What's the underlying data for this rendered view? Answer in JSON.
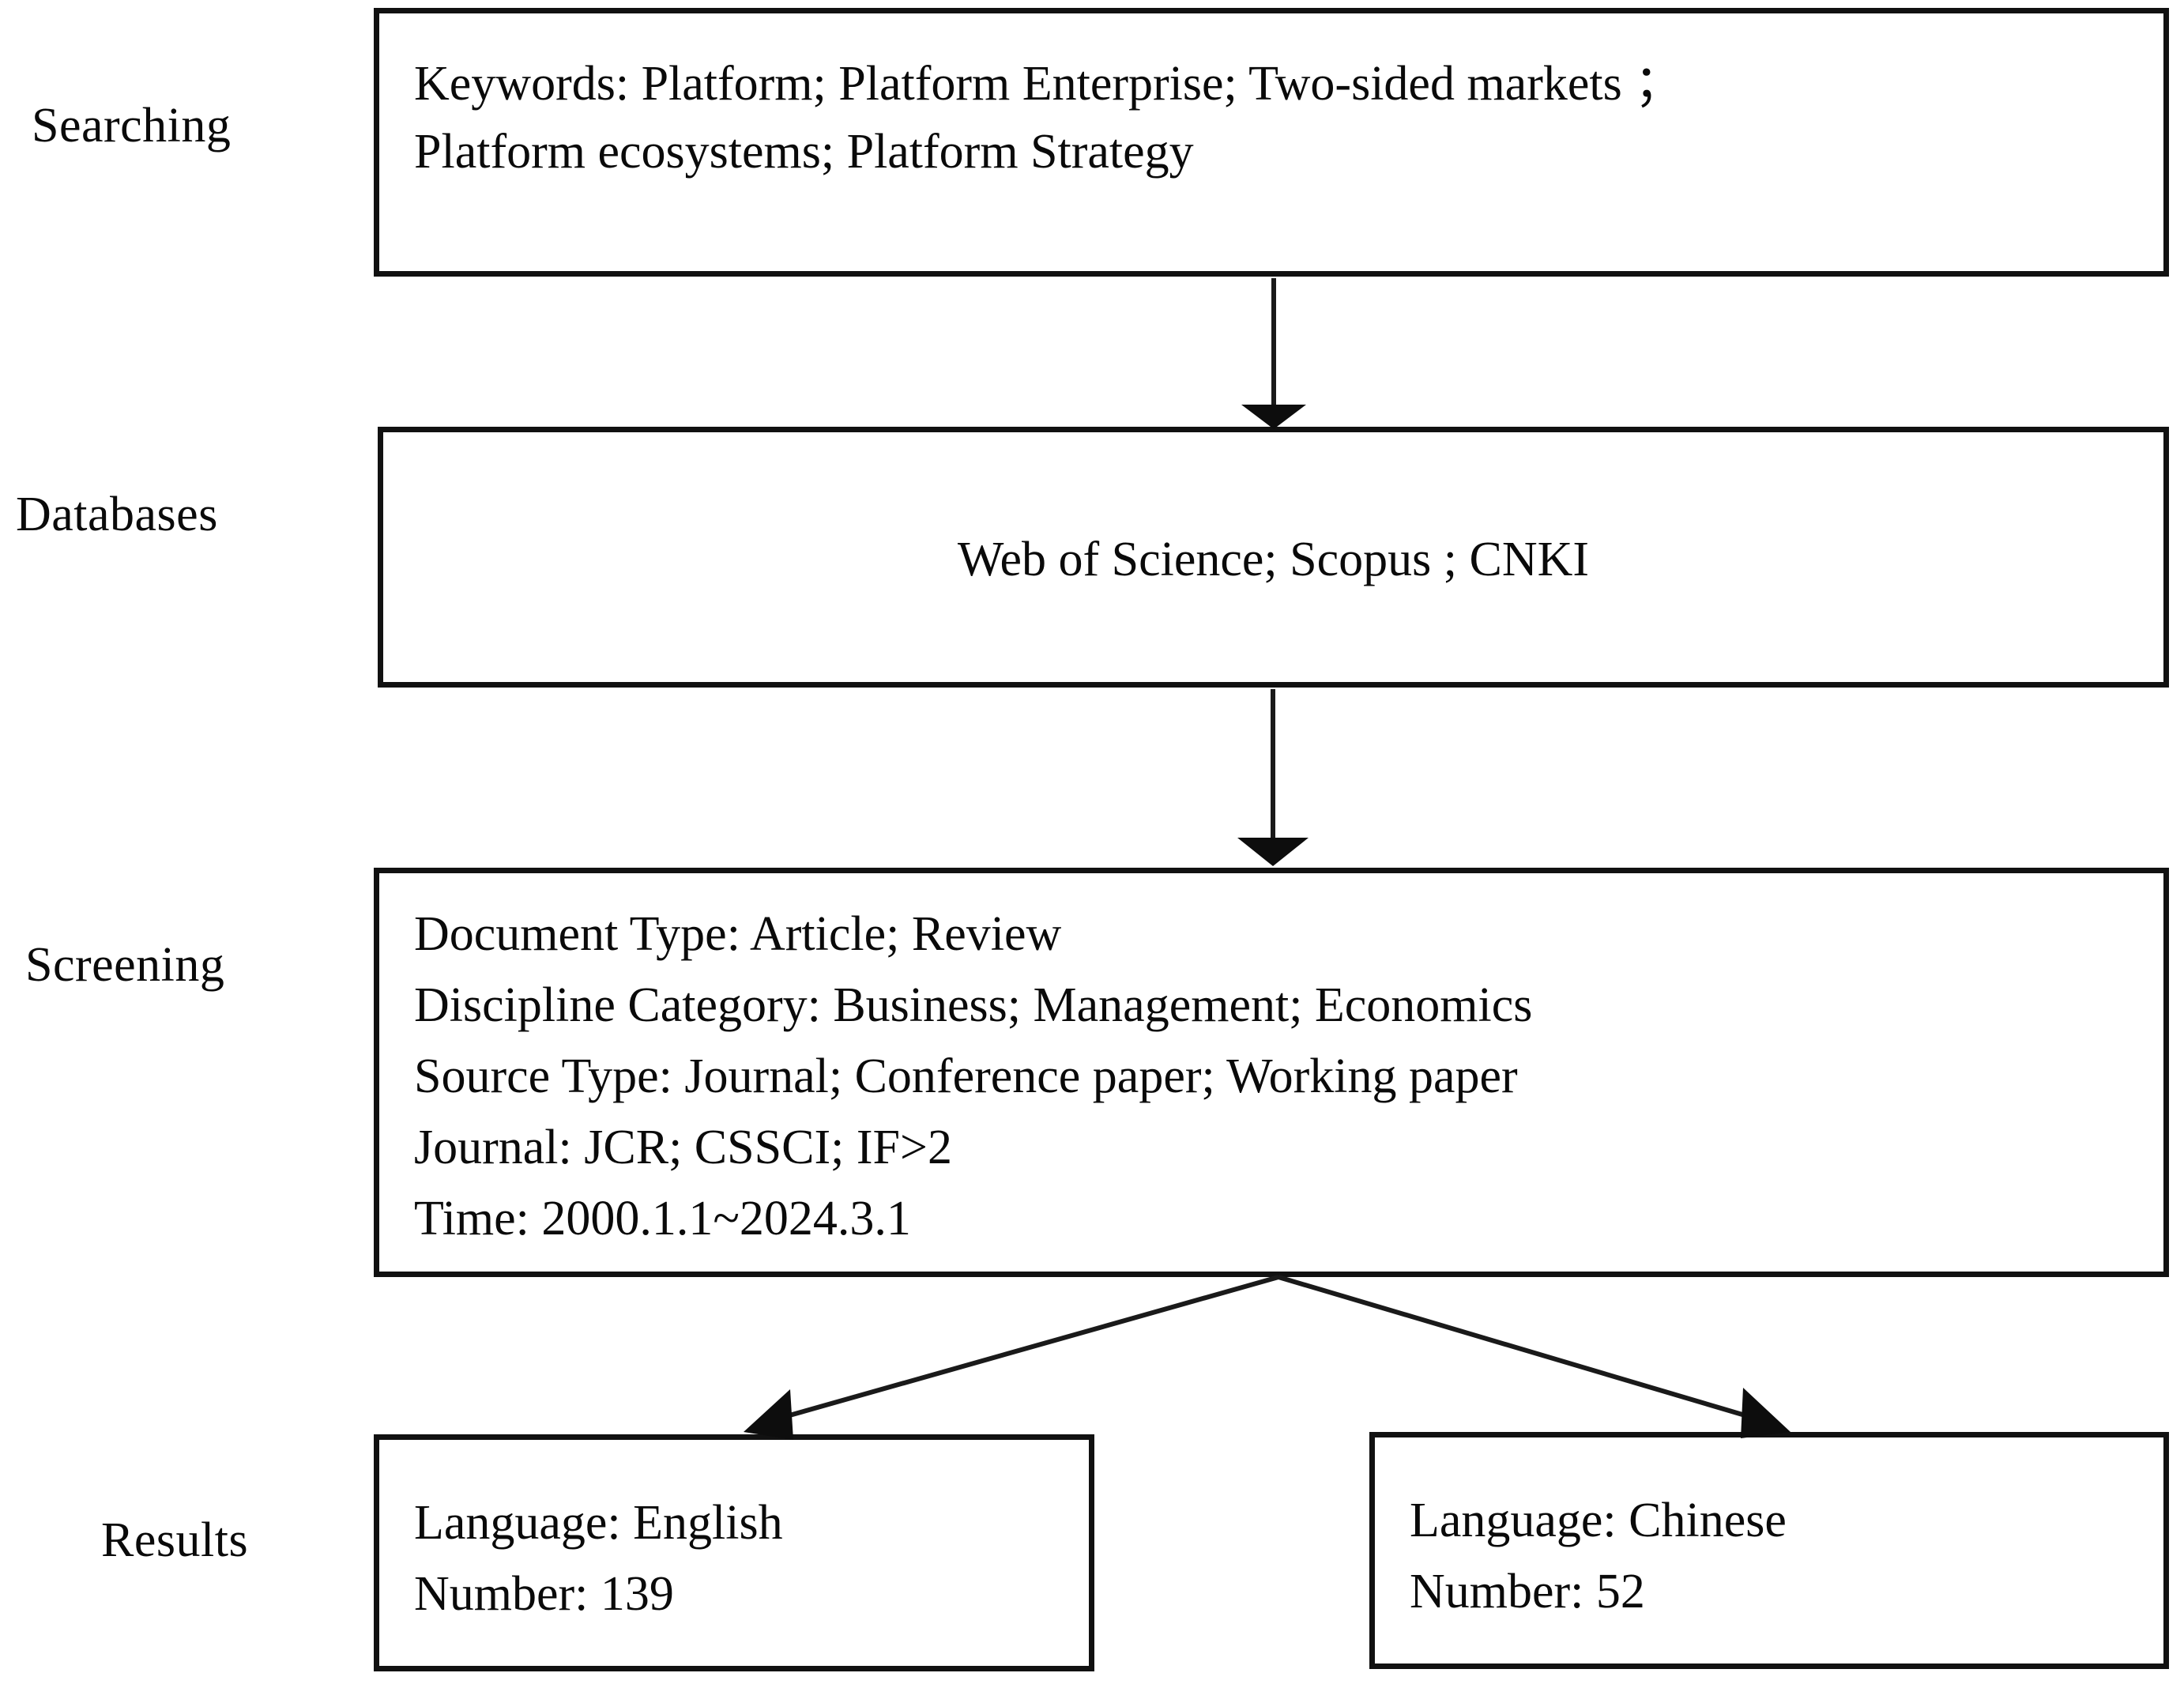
{
  "figure": {
    "type": "literature-search-flowchart",
    "stages": [
      {
        "id": "searching",
        "label": "Searching"
      },
      {
        "id": "databases",
        "label": "Databases"
      },
      {
        "id": "screening",
        "label": "Screening"
      },
      {
        "id": "results",
        "label": "Results"
      }
    ],
    "boxes": {
      "searching": {
        "lines": [
          "Keywords: Platform; Platform Enterprise; Two-sided markets ；",
          "Platform ecosystems; Platform Strategy"
        ]
      },
      "databases": {
        "lines": [
          "Web of Science; Scopus ; CNKI"
        ]
      },
      "screening": {
        "lines": [
          "Document Type: Article; Review",
          "Discipline Category: Business; Management; Economics",
          "Source Type: Journal; Conference paper; Working paper",
          "Journal: JCR; CSSCI; IF>2",
          "Time: 2000.1.1~2024.3.1"
        ]
      },
      "result_english": {
        "lines": [
          "Language: English",
          "Number: 139"
        ]
      },
      "result_chinese": {
        "lines": [
          "Language: Chinese",
          "Number: 52"
        ]
      }
    },
    "colors": {
      "box_border": "#111111",
      "text": "#0a0a0a",
      "arrow": "#1a1a1a",
      "background": "#ffffff"
    }
  }
}
